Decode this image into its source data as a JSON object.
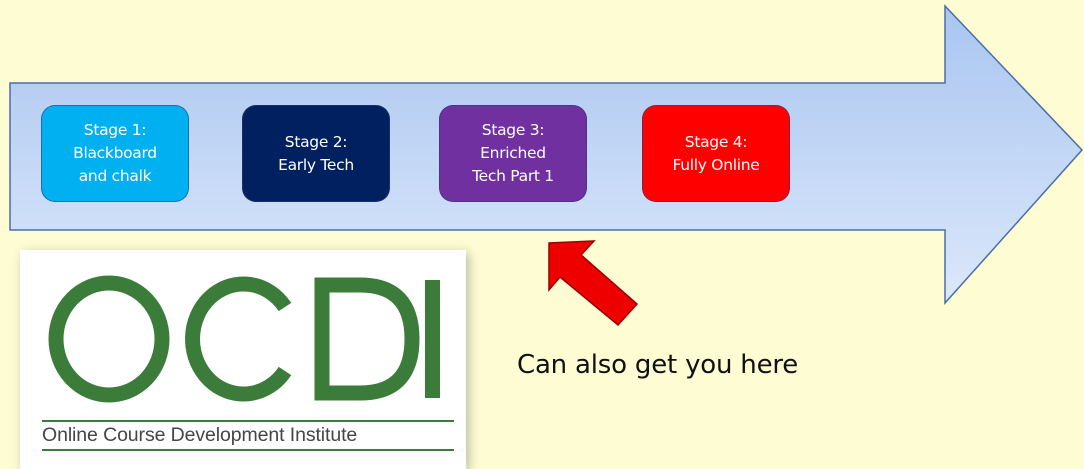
{
  "stages": [
    {
      "label": "Stage 1:\nBlackboard\nand chalk",
      "color": "#00b0f0"
    },
    {
      "label": "Stage 2:\nEarly Tech",
      "color": "#002060"
    },
    {
      "label": "Stage 3:\nEnriched\nTech Part 1",
      "color": "#7030a0"
    },
    {
      "label": "Stage 4:\nFully Online",
      "color": "#ff0000"
    }
  ],
  "logo": {
    "wordmark": "OCDI",
    "subtitle": "Online Course Development Institute",
    "color": "#3b7c3b"
  },
  "callout": {
    "text": "Can also get you here",
    "pointer_icon": "red-arrow-icon",
    "pointer_color": "#e00000"
  },
  "colors": {
    "background": "#fdfcd2",
    "arrow_fill_top": "#aecaf2",
    "arrow_fill_bottom": "#dbe7fb",
    "arrow_stroke": "#4a6ea8"
  }
}
